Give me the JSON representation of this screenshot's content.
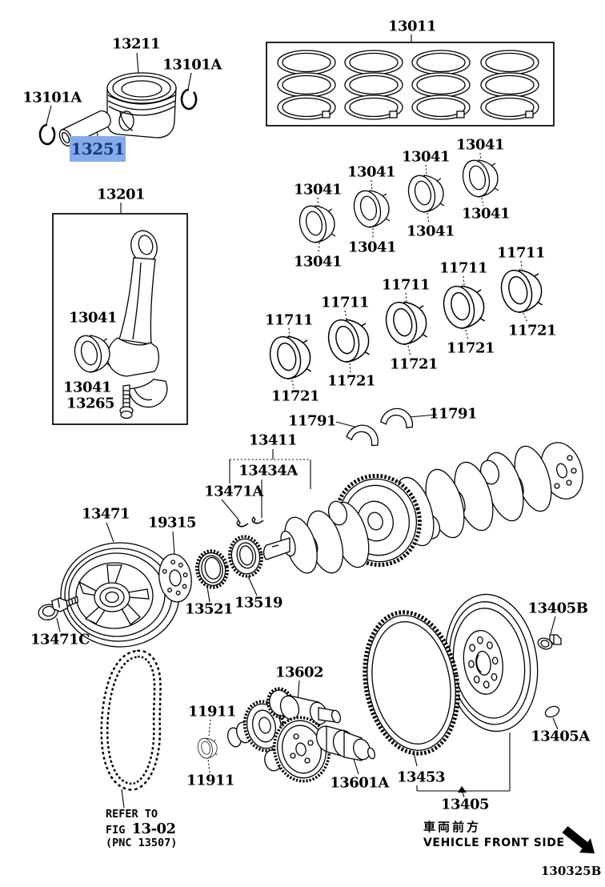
{
  "diagram": {
    "title_code": "130325B",
    "highlight": {
      "part_no": "13251",
      "bg_color": "#85ace8",
      "text_color": "#15397f"
    }
  },
  "parts": {
    "13211": "13211",
    "13101A": "13101A",
    "13251": "13251",
    "13201": "13201",
    "13041": "13041",
    "13265": "13265",
    "13011": "13011",
    "11711": "11711",
    "11721": "11721",
    "11791": "11791",
    "13411": "13411",
    "13434A": "13434A",
    "13471A": "13471A",
    "13471": "13471",
    "19315": "19315",
    "13521": "13521",
    "13519": "13519",
    "13471C": "13471C",
    "13602": "13602",
    "11911": "11911",
    "13601A": "13601A",
    "13453": "13453",
    "13405": "13405",
    "13405B": "13405B",
    "13405A": "13405A"
  },
  "notes": {
    "refer_line1": "REFER TO",
    "refer_fig": "FIG ",
    "refer_fig_no": "13-02",
    "refer_pnc": "(PNC 13507)",
    "front_jp": "車両前方",
    "front_en": "VEHICLE FRONT SIDE",
    "doc_code": "130325B"
  }
}
